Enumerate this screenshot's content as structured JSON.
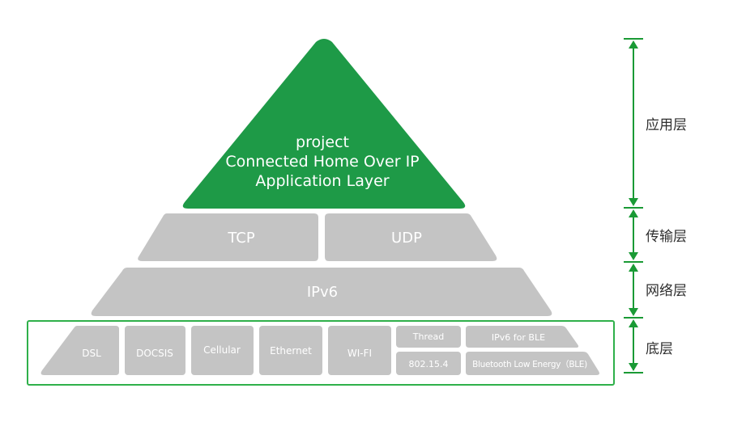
{
  "colors": {
    "green": "#1e9a47",
    "grey": "#c4c4c4",
    "frame": "#2fb04a",
    "arrow": "#1a9a35"
  },
  "apex": {
    "line1": "project",
    "line2": "Connected Home Over IP",
    "line3": "Application Layer"
  },
  "transport": {
    "tcp": "TCP",
    "udp": "UDP"
  },
  "network": {
    "ipv6": "IPv6"
  },
  "link": {
    "dsl": "DSL",
    "docsis": "DOCSIS",
    "cellular": "Cellular",
    "ethernet": "Ethernet",
    "wifi": "WI-FI",
    "thread": "Thread",
    "ieee": "802.15.4",
    "ipv6_ble": "IPv6 for BLE",
    "ble": "Bluetooth Low Energy（BLE)"
  },
  "layers": {
    "application": "应用层",
    "transport": "传输层",
    "network": "网络层",
    "bottom": "底层"
  }
}
